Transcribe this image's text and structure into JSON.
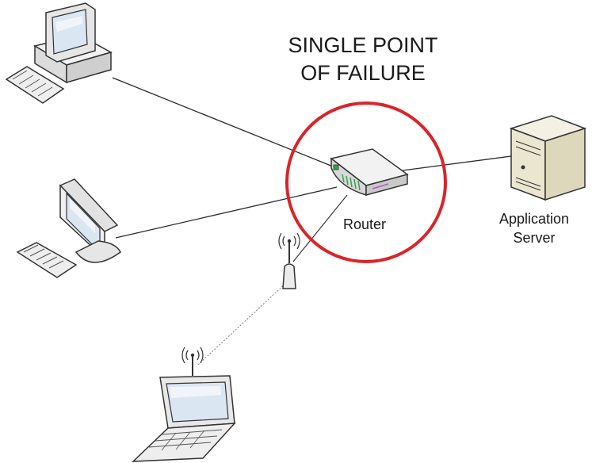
{
  "title": {
    "line1": "SINGLE POINT",
    "line2": "OF FAILURE"
  },
  "nodes": {
    "router": {
      "label": "Router",
      "icon": "router-icon"
    },
    "server": {
      "label_line1": "Application",
      "label_line2": "Server",
      "icon": "server-icon"
    },
    "desktop_tower": {
      "icon": "desktop-computer-icon"
    },
    "desktop_lcd": {
      "icon": "lcd-monitor-icon"
    },
    "access_point": {
      "icon": "wireless-access-point-icon"
    },
    "laptop": {
      "icon": "laptop-icon"
    }
  },
  "links": [
    {
      "from": "desktop_tower",
      "to": "router",
      "style": "solid"
    },
    {
      "from": "desktop_lcd",
      "to": "router",
      "style": "solid"
    },
    {
      "from": "access_point",
      "to": "router",
      "style": "solid"
    },
    {
      "from": "router",
      "to": "server",
      "style": "solid"
    },
    {
      "from": "laptop",
      "to": "access_point",
      "style": "dotted"
    }
  ],
  "colors": {
    "highlight": "#d9252a",
    "line": "#2b2b2b",
    "wireless": "#7a7a7a",
    "screen": "#dbe6f3"
  }
}
